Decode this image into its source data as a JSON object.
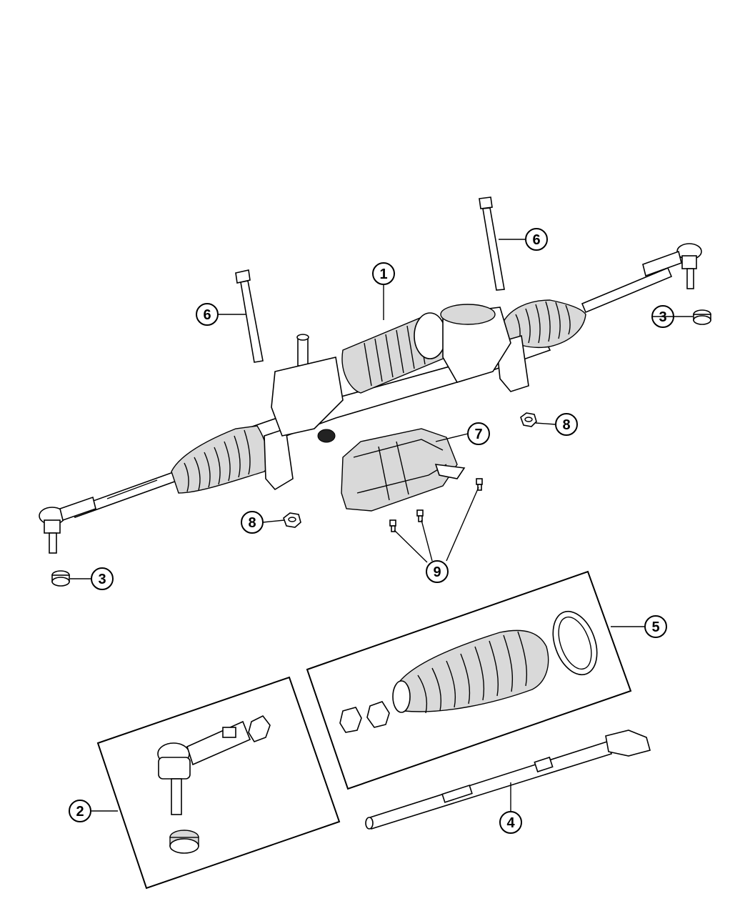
{
  "callouts": [
    {
      "id": "c1",
      "label": "1"
    },
    {
      "id": "c2",
      "label": "2"
    },
    {
      "id": "c3a",
      "label": "3"
    },
    {
      "id": "c3b",
      "label": "3"
    },
    {
      "id": "c4",
      "label": "4"
    },
    {
      "id": "c5",
      "label": "5"
    },
    {
      "id": "c6a",
      "label": "6"
    },
    {
      "id": "c6b",
      "label": "6"
    },
    {
      "id": "c7",
      "label": "7"
    },
    {
      "id": "c8a",
      "label": "8"
    },
    {
      "id": "c8b",
      "label": "8"
    },
    {
      "id": "c9",
      "label": "9"
    }
  ]
}
